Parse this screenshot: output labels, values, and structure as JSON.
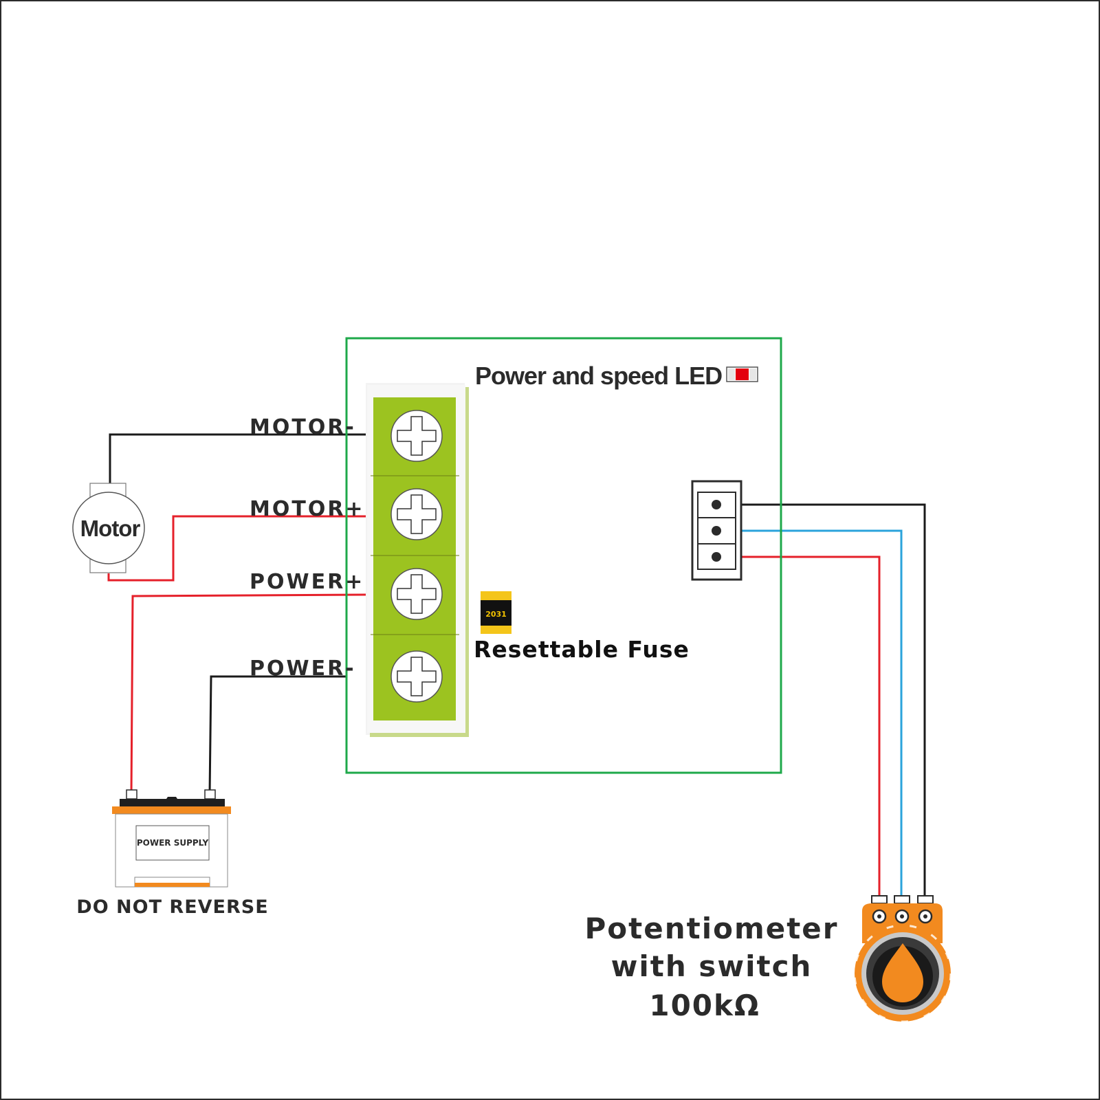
{
  "board": {
    "led_label": "Power and speed LED",
    "fuse_label": "Resettable Fuse",
    "fuse_code": "2031"
  },
  "terminals": [
    {
      "label": "MOTOR-"
    },
    {
      "label": "MOTOR+"
    },
    {
      "label": "POWER+"
    },
    {
      "label": "POWER-"
    }
  ],
  "motor": {
    "label": "Motor"
  },
  "power_supply": {
    "label": "POWER SUPPLY",
    "warning": "DO NOT REVERSE"
  },
  "potentiometer": {
    "line1": "Potentiometer",
    "line2": "with switch",
    "line3": "100kΩ"
  },
  "colors": {
    "board_outline": "#1ea84a",
    "terminal_block": "#9cc320",
    "wire_black": "#1a1a1a",
    "wire_red": "#e5202a",
    "wire_blue": "#2aa3db",
    "orange": "#f28a1f",
    "led_red": "#e3000f"
  },
  "icons": [
    "motor-icon",
    "battery-icon",
    "potentiometer-icon",
    "screw-icon",
    "led-icon",
    "fuse-icon"
  ]
}
